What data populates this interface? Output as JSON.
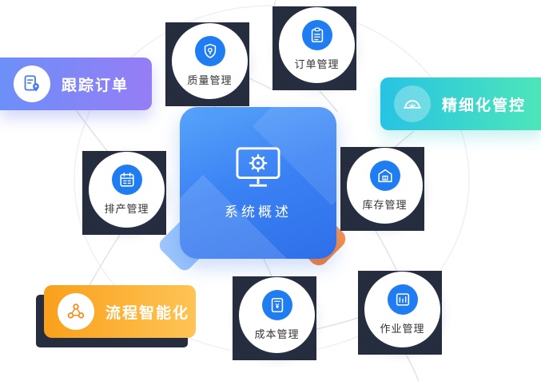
{
  "center": {
    "label": "系统概述",
    "icon": "monitor-gear-icon",
    "color_from": "#54a0f9",
    "color_to": "#2e6fe9",
    "accent_orange": "#f97b2d"
  },
  "node_style": {
    "icon_bg": "#1f7cf1",
    "backdrop": "#262d3e",
    "label_color": "#333333"
  },
  "nodes": [
    {
      "id": "quality",
      "label": "质量管理",
      "icon": "shield-check-icon"
    },
    {
      "id": "order",
      "label": "订单管理",
      "icon": "clipboard-icon"
    },
    {
      "id": "scheduling",
      "label": "排产管理",
      "icon": "calendar-icon"
    },
    {
      "id": "inventory",
      "label": "库存管理",
      "icon": "warehouse-icon"
    },
    {
      "id": "cost",
      "label": "成本管理",
      "icon": "yuan-document-icon",
      "icon_glyph": "¥"
    },
    {
      "id": "job",
      "label": "作业管理",
      "icon": "worksheet-icon"
    }
  ],
  "banners": [
    {
      "id": "track-order",
      "label": "跟踪订单",
      "icon": "document-location-icon",
      "color_from": "#6d8ff8",
      "color_to": "#967df5"
    },
    {
      "id": "fine-control",
      "label": "精细化管控",
      "icon": "protractor-icon",
      "color_from": "#27c3e4",
      "color_to": "#4de6b9"
    },
    {
      "id": "smart-process",
      "label": "流程智能化",
      "icon": "network-nodes-icon",
      "color_from": "#f9a01b",
      "color_to": "#fec455"
    }
  ]
}
